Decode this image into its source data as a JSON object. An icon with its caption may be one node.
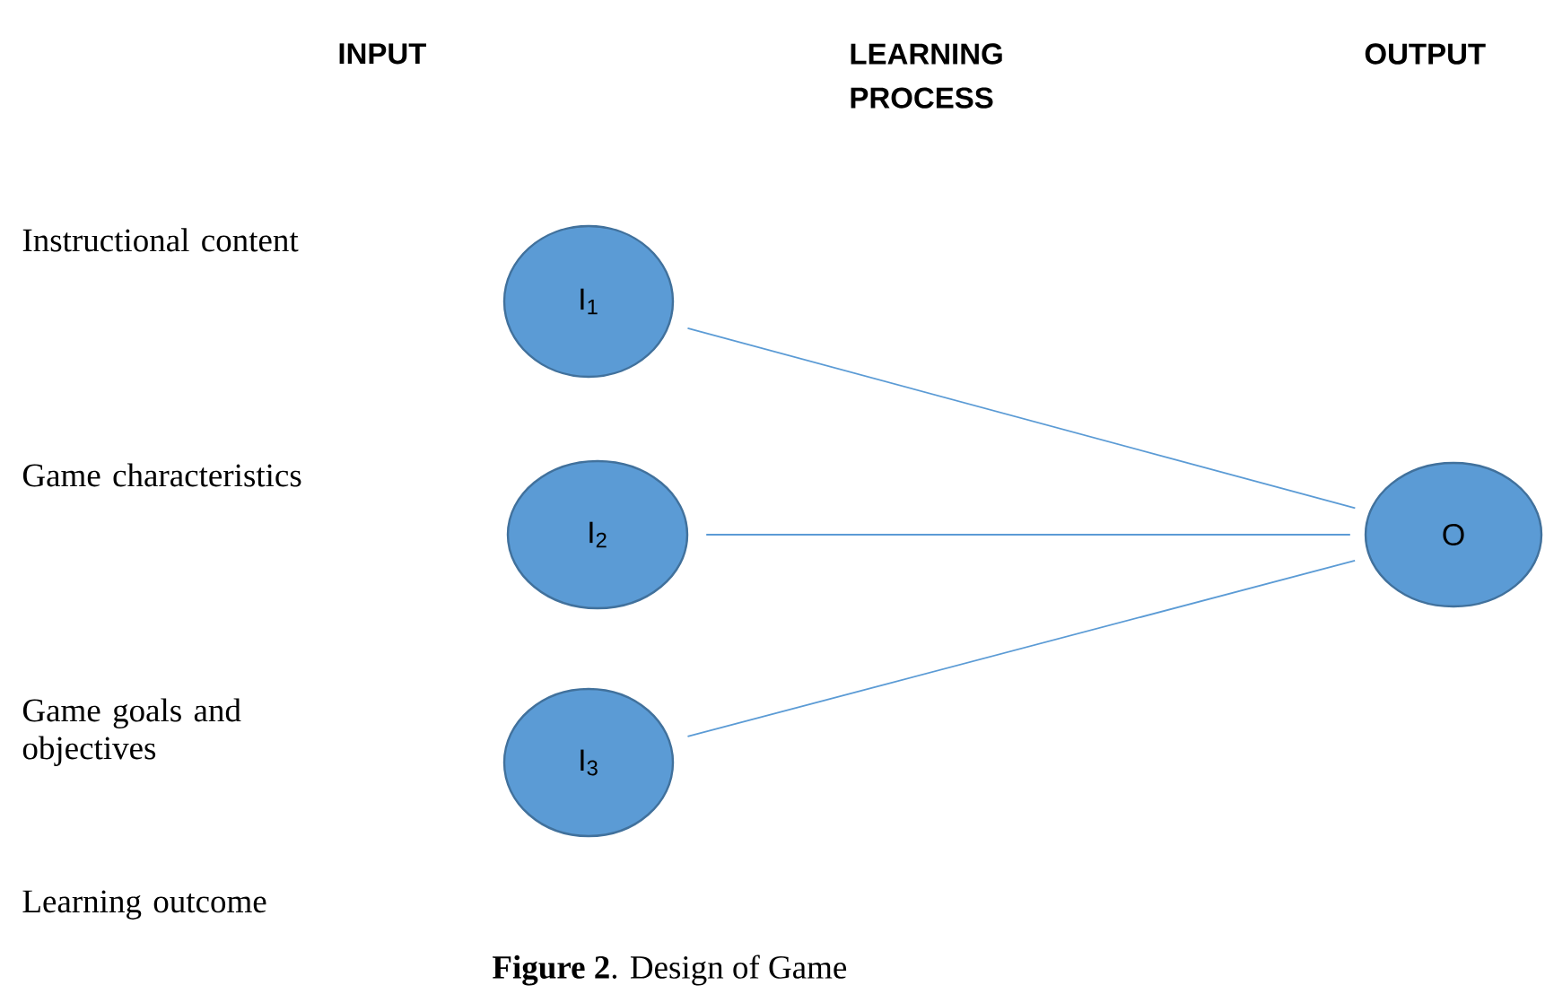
{
  "diagram": {
    "caption": "**Figure 2**. Design of Game",
    "nodes": [
      {
        "text": [
          "I$_{1}$"
        ]
      },
      {
        "text": [
          "I$_{2}$"
        ]
      },
      {
        "text": [
          "I$_{3}$"
        ]
      },
      {
        "text": [
          "O"
        ]
      }
    ],
    "edges": [
      {
        "from": 0,
        "to": 3,
        "arrow": "none"
      },
      {
        "from": 1,
        "to": 3,
        "arrow": "none"
      },
      {
        "from": 2,
        "to": 3,
        "arrow": "none"
      }
    ],
    "labels": [
      "INPUT",
      "LEARNING PROCESS",
      "OUTPUT",
      "Instructional content",
      "Game characteristics",
      "Game goals and objectives",
      "Learning outcome"
    ]
  }
}
